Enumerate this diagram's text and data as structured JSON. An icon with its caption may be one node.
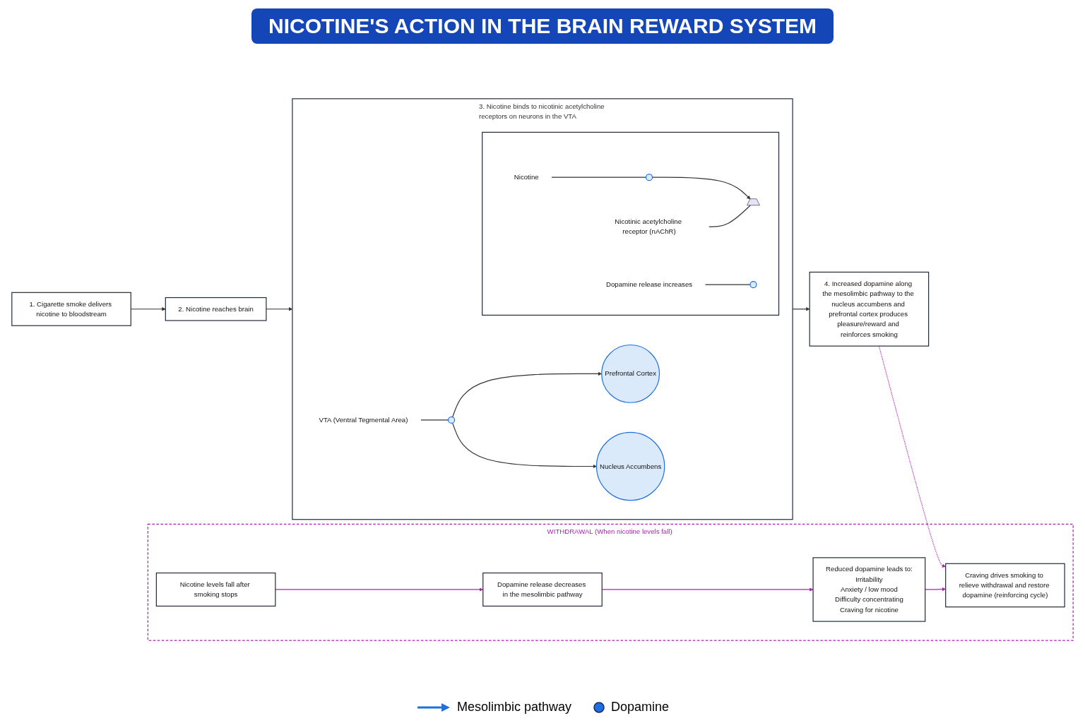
{
  "diagram": {
    "title": "NICOTINE'S ACTION IN THE BRAIN REWARD SYSTEM",
    "nodes": [
      {
        "text": [
          "1. Cigarette smoke delivers nicotine to bloodstream"
        ]
      },
      {
        "text": [
          "2. Nicotine reaches brain"
        ]
      },
      {
        "text": [
          "3. Nicotine binds to nicotinic acetylcholine receptors on neurons in the VTA"
        ]
      },
      {
        "text": [],
        "shape": "box",
        "in": 2
      },
      {
        "text": [
          "Nicotine"
        ],
        "in": 3
      },
      {
        "text": [],
        "shape": "circle",
        "in": 3
      },
      {
        "text": [
          "Nicotinic acetylcholine receptor (nAChR)"
        ],
        "in": 3
      },
      {
        "text": [],
        "shape": "picture",
        "in": 3
      },
      {
        "text": [
          "Dopamine release increases"
        ],
        "in": 3
      },
      {
        "text": [],
        "shape": "circle",
        "in": 3
      },
      {
        "text": [],
        "shape": "circle",
        "in": 2
      },
      {
        "text": [
          "VTA (Ventral Tegmental Area)"
        ],
        "in": 2
      },
      {
        "text": [
          "Prefrontal Cortex"
        ],
        "in": 2
      },
      {
        "text": [
          "Nucleus Accumbens"
        ],
        "in": 2
      },
      {
        "text": [
          "4. Increased dopamine along the mesolimbic pathway to the nucleus accumbens and prefrontal cortex produces pleasure/reward and reinforces smoking"
        ]
      },
      {
        "text": [
          "WITHDRAWAL (When nicotine levels fall)"
        ]
      },
      {
        "text": [
          "Nicotine levels fall after smoking stops"
        ],
        "in": 15
      },
      {
        "text": [
          "Dopamine release decreases in the mesolimbic pathway"
        ],
        "in": 15
      },
      {
        "text": [
          "Reduced dopamine leads to:",
          "Irritability",
          "Anxiety / low mood",
          "Difficulty concentrating",
          "Craving for nicotine"
        ],
        "in": 15
      },
      {
        "text": [
          "Craving drives smoking to relieve withdrawal and restore dopamine (reinforcing cycle)"
        ],
        "in": 15
      }
    ],
    "edges": [
      {
        "from": 0,
        "to": 1,
        "arrow": "to"
      },
      {
        "from": 1,
        "to": 2,
        "arrow": "to"
      },
      {
        "from": 4,
        "to": 5,
        "arrow": "none"
      },
      {
        "from": 5,
        "to": 7,
        "arrow": "to"
      },
      {
        "from": 6,
        "to": 7,
        "arrow": "none"
      },
      {
        "from": 8,
        "to": 9,
        "arrow": "none"
      },
      {
        "from": 11,
        "to": 10,
        "arrow": "none"
      },
      {
        "from": 10,
        "to": 12,
        "arrow": "to"
      },
      {
        "from": 10,
        "to": 13,
        "arrow": "to"
      },
      {
        "from": 2,
        "to": 14,
        "arrow": "to"
      },
      {
        "from": 14,
        "to": 19,
        "arrow": "to",
        "style": "dashed",
        "color": "#b01fb5"
      },
      {
        "from": 16,
        "to": 17,
        "arrow": "to",
        "color": "#b01fb5"
      },
      {
        "from": 17,
        "to": 18,
        "arrow": "to",
        "color": "#b01fb5"
      },
      {
        "from": 18,
        "to": 19,
        "arrow": "to",
        "color": "#b01fb5"
      }
    ],
    "legend": [
      {
        "text": "Mesolimbic pathway"
      },
      {
        "text": "Dopamine"
      }
    ]
  }
}
